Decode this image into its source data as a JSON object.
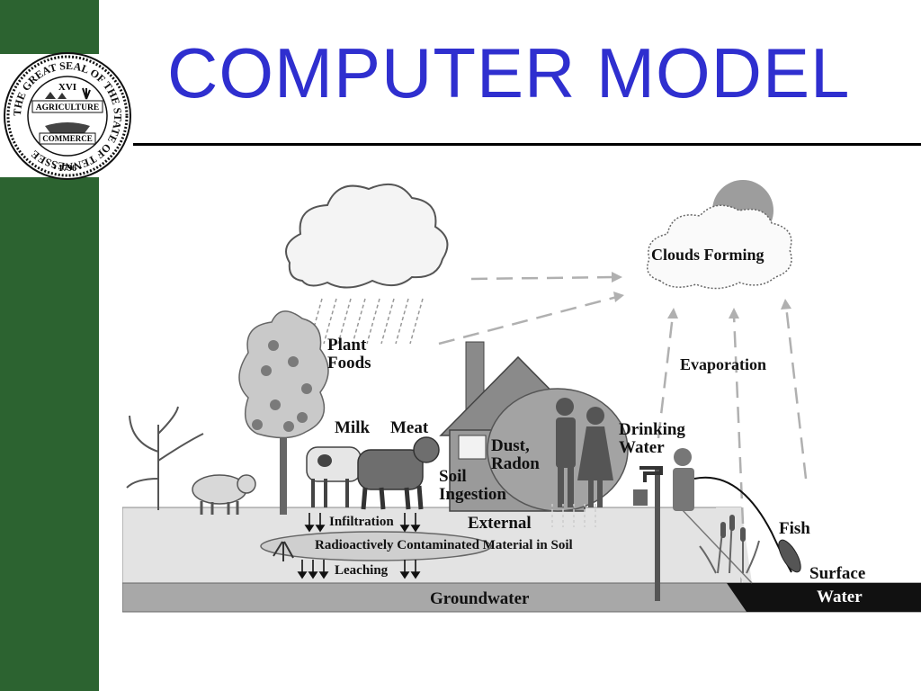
{
  "slide": {
    "title": "COMPUTER MODEL"
  },
  "seal": {
    "ring_text": "THE GREAT SEAL OF THE STATE OF TENNESSEE",
    "numeral": "XVI",
    "top_word": "AGRICULTURE",
    "bottom_word": "COMMERCE",
    "year": "• 1796 •"
  },
  "diagram": {
    "labels": {
      "clouds_forming": "Clouds Forming",
      "plant_foods": [
        "Plant",
        "Foods"
      ],
      "evaporation": "Evaporation",
      "milk": "Milk",
      "meat": "Meat",
      "dust_radon": [
        "Dust,",
        "Radon"
      ],
      "drinking_water": [
        "Drinking",
        "Water"
      ],
      "soil_ingestion": [
        "Soil",
        "Ingestion"
      ],
      "external": "External",
      "infiltration": "Infiltration",
      "contaminated": "Radioactively Contaminated Material in Soil",
      "leaching": "Leaching",
      "fish": "Fish",
      "surface_water": [
        "Surface",
        "Water"
      ],
      "groundwater": "Groundwater"
    }
  },
  "colors": {
    "title": "#2f2fcf",
    "sidebar": "#2c6330"
  }
}
